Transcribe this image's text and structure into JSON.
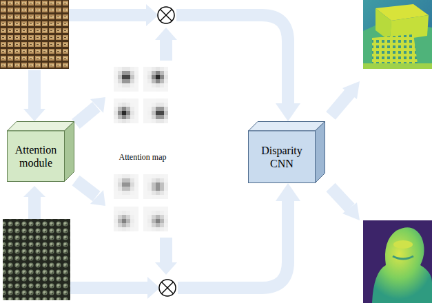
{
  "diagram": {
    "nodes": [
      {
        "text": [
          "Attention module"
        ]
      },
      {
        "text": [
          "Disparity CNN"
        ]
      }
    ],
    "labels": [
      "Attention map"
    ]
  }
}
